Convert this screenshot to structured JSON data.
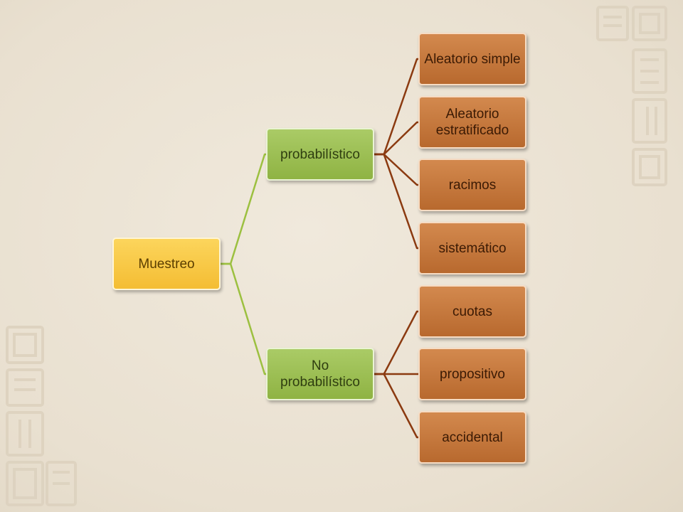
{
  "diagram": {
    "root": {
      "label": "Muestreo",
      "color": "#f4bd33"
    },
    "branches": [
      {
        "label": "probabilístico",
        "color": "#8fb343",
        "children": [
          {
            "label": "Aleatorio simple"
          },
          {
            "label": "Aleatorio estratificado"
          },
          {
            "label": "racimos"
          },
          {
            "label": "sistemático"
          }
        ]
      },
      {
        "label": "No probabilístico",
        "color": "#8fb343",
        "children": [
          {
            "label": "cuotas"
          },
          {
            "label": "propositivo"
          },
          {
            "label": "accidental"
          }
        ]
      }
    ],
    "connector_colors": {
      "root_to_branch": "#9cc040",
      "branch_to_leaf": "#8b3a10"
    },
    "leaf_color": "#b8692e"
  }
}
